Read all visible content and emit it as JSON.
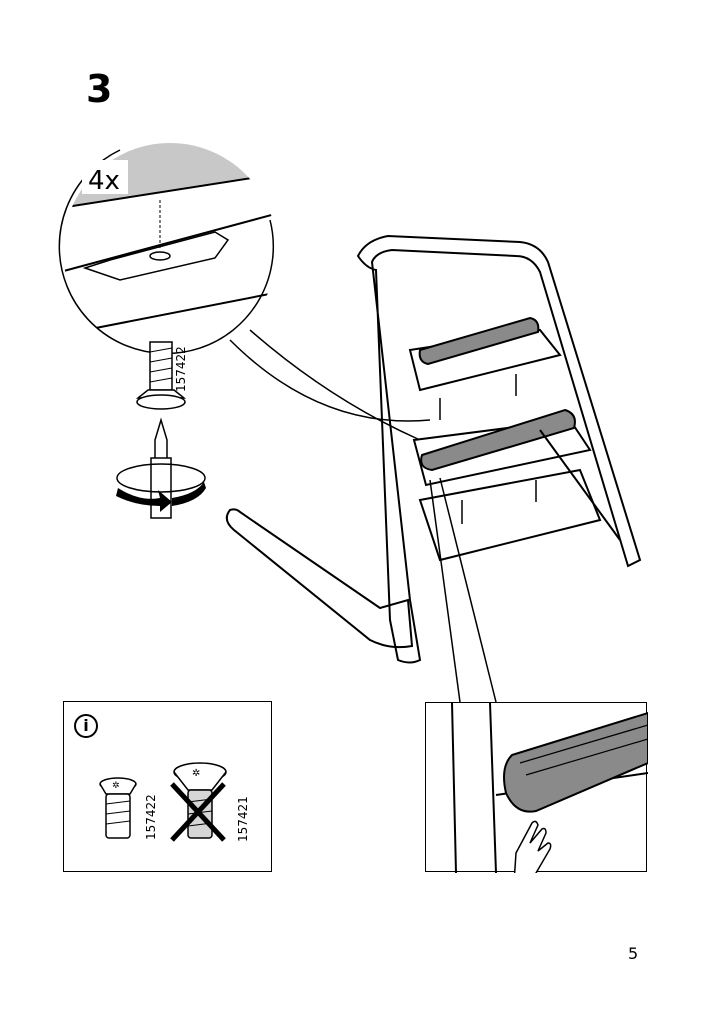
{
  "step": {
    "number": "3"
  },
  "detail": {
    "quantity": "4x",
    "part_number": "157422"
  },
  "info": {
    "icon": "info-icon",
    "correct_part": "157422",
    "wrong_part": "157421"
  },
  "page": {
    "number": "5"
  },
  "colors": {
    "ink": "#000000",
    "step_grey": "#8a8a8a",
    "panel_grey": "#c8c8c8",
    "accent_grey": "#d6d6d6"
  }
}
